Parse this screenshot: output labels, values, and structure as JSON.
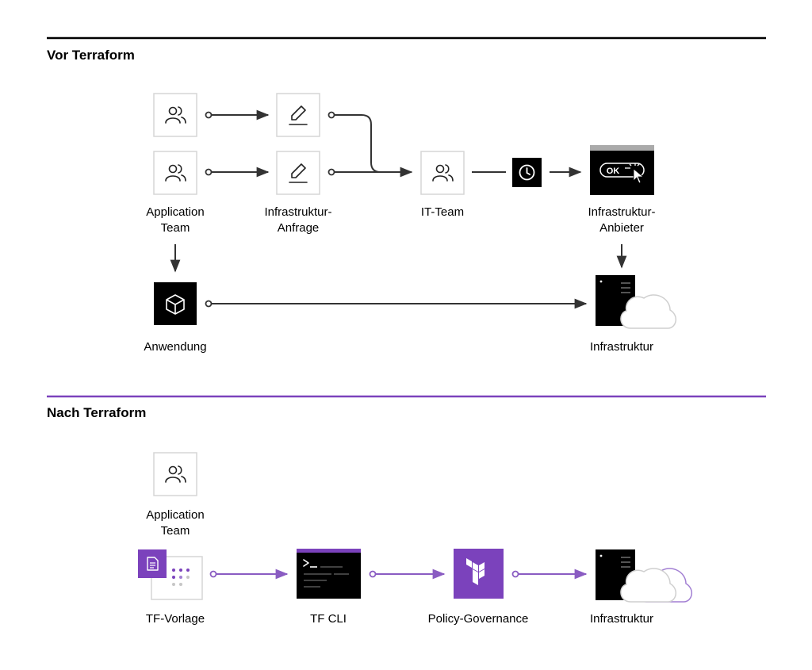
{
  "colors": {
    "accent": "#7b42bc",
    "accent_light": "#a27fd3",
    "dark": "#000000",
    "line": "#333333",
    "box_border": "#d6d6d6"
  },
  "before": {
    "title": "Vor Terraform",
    "nodes": {
      "app_team": {
        "label1": "Application",
        "label2": "Team",
        "icon": "users-icon"
      },
      "request": {
        "label1": "Infrastruktur-",
        "label2": "Anfrage",
        "icon": "edit-icon"
      },
      "it_team": {
        "label1": "IT-Team",
        "icon": "users-icon"
      },
      "wait": {
        "icon": "clock-icon"
      },
      "provider": {
        "label1": "Infrastruktur-",
        "label2": "Anbieter",
        "button_text": "OK",
        "icon": "ok-button-cursor-icon"
      },
      "application": {
        "label1": "Anwendung",
        "icon": "cube-icon"
      },
      "infrastructure": {
        "label1": "Infrastruktur",
        "icon": "server-cloud-icon"
      }
    }
  },
  "after": {
    "title": "Nach Terraform",
    "nodes": {
      "app_team": {
        "label1": "Application",
        "label2": "Team",
        "icon": "users-icon"
      },
      "tf_template": {
        "label1": "TF-Vorlage",
        "icon": "document-icon"
      },
      "tf_cli": {
        "label1": "TF CLI",
        "icon": "terminal-icon"
      },
      "policy": {
        "label1": "Policy-Governance",
        "icon": "terraform-logo-icon"
      },
      "infrastructure": {
        "label1": "Infrastruktur",
        "icon": "server-cloud-icon"
      }
    }
  }
}
